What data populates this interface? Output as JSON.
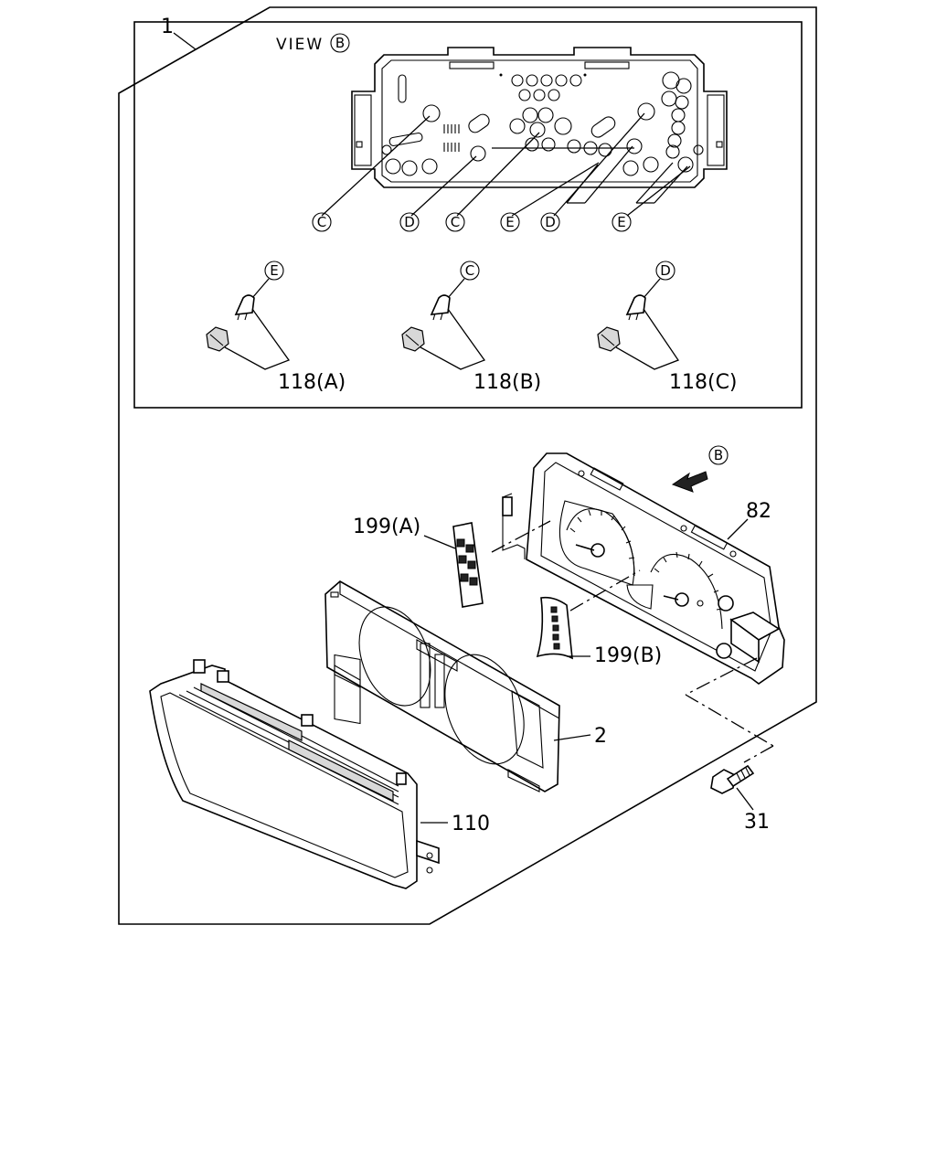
{
  "diagram": {
    "assembly_label": "1",
    "view_label": "VIEW",
    "view_ref": "B",
    "view_arrow_ref": "B",
    "connector_refs": [
      "C",
      "D",
      "C",
      "E",
      "D",
      "E"
    ],
    "bulb_groups": [
      {
        "ref": "E",
        "part": "118(A)"
      },
      {
        "ref": "C",
        "part": "118(B)"
      },
      {
        "ref": "D",
        "part": "118(C)"
      }
    ],
    "parts": {
      "meter_case": "82",
      "printed_circuit_a": "199(A)",
      "printed_circuit_b": "199(B)",
      "panel": "2",
      "lens": "110",
      "screw": "31"
    }
  }
}
